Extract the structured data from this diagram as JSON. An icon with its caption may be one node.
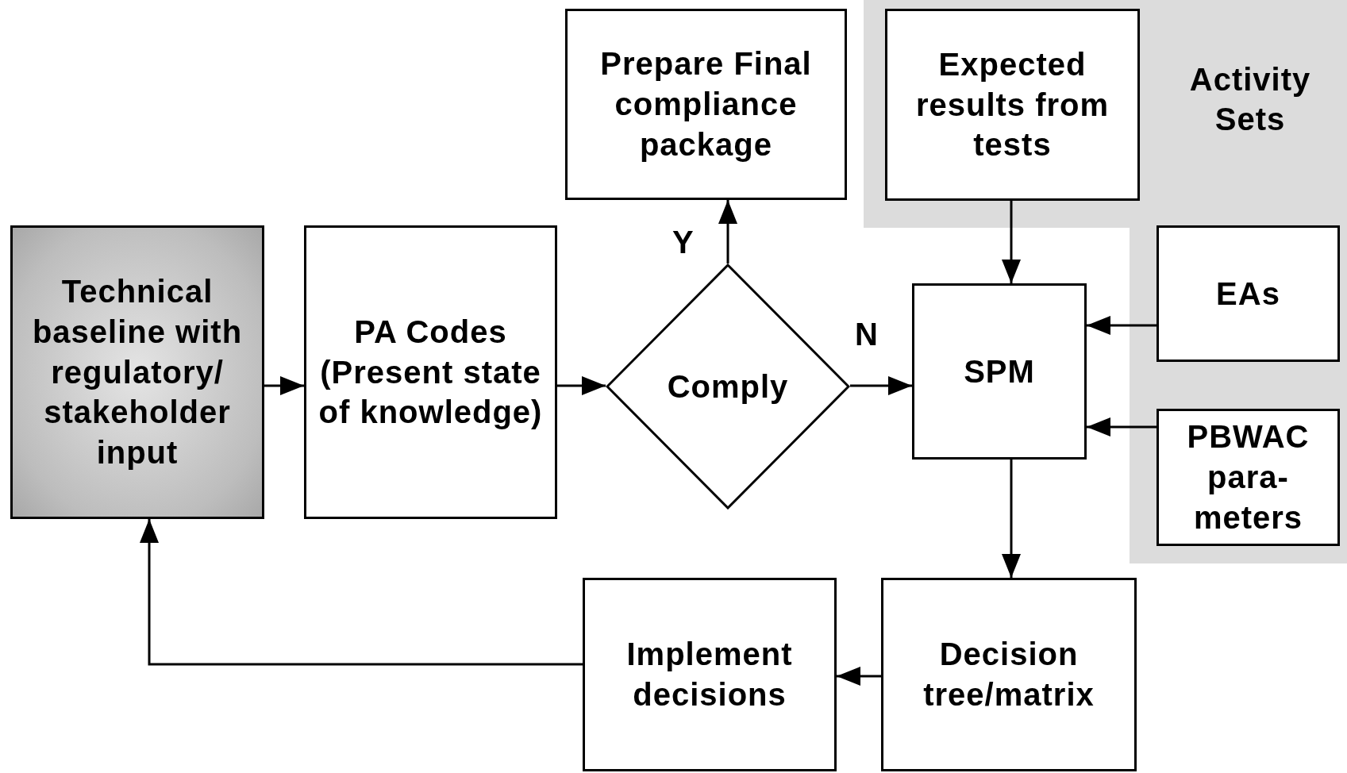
{
  "diagram": {
    "nodes": [
      {
        "text": [
          "Technical baseline with regulatory/ stakeholder input"
        ]
      },
      {
        "text": [
          "PA Codes (Present state of knowledge)"
        ]
      },
      {
        "text": [
          "Comply"
        ]
      },
      {
        "text": [
          "Prepare Final compliance package"
        ]
      },
      {
        "text": [
          "Expected results from tests"
        ]
      },
      {
        "text": [
          "SPM"
        ]
      },
      {
        "text": [
          "EAs"
        ]
      },
      {
        "text": [
          "PBWAC para- meters"
        ]
      },
      {
        "text": [
          "Decision tree/matrix"
        ]
      },
      {
        "text": [
          "Implement decisions"
        ]
      }
    ],
    "edges": [
      {
        "from": 0,
        "to": 1,
        "arrow": "to"
      },
      {
        "from": 1,
        "to": 2,
        "arrow": "to"
      },
      {
        "from": 2,
        "to": 3,
        "arrow": "to",
        "label": "Y"
      },
      {
        "from": 2,
        "to": 5,
        "arrow": "to",
        "label": "N"
      },
      {
        "from": 4,
        "to": 5,
        "arrow": "to"
      },
      {
        "from": 6,
        "to": 5,
        "arrow": "to"
      },
      {
        "from": 7,
        "to": 5,
        "arrow": "to"
      },
      {
        "from": 5,
        "to": 8,
        "arrow": "to"
      },
      {
        "from": 8,
        "to": 9,
        "arrow": "to"
      },
      {
        "from": 9,
        "to": 0,
        "arrow": "to"
      }
    ],
    "labels": [
      "Activity Sets"
    ]
  }
}
